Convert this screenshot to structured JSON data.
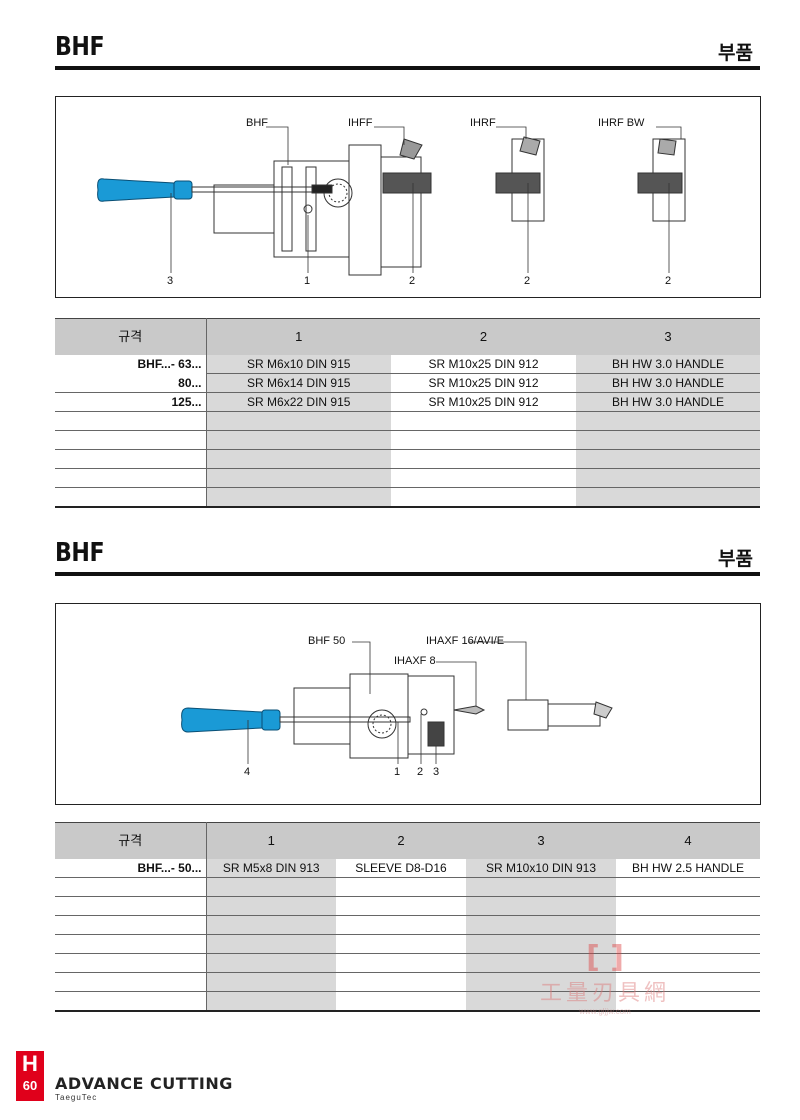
{
  "section1": {
    "title": "BHF",
    "subtitle": "부품",
    "figure": {
      "labels": {
        "bhf": "BHF",
        "ihff": "IHFF",
        "ihrf": "IHRF",
        "ihrf_bw": "IHRF BW"
      },
      "numbers": {
        "n3": "3",
        "n1": "1",
        "n2a": "2",
        "n2b": "2",
        "n2c": "2"
      }
    },
    "table": {
      "headers": [
        "규격",
        "1",
        "2",
        "3"
      ],
      "rows": [
        {
          "model": "BHF...- 63...",
          "c1": "SR M6x10 DIN 915",
          "c2": "SR M10x25 DIN 912",
          "c3": "BH HW 3.0 HANDLE"
        },
        {
          "model": "80...",
          "c1": "SR M6x14 DIN 915",
          "c2": "SR M10x25 DIN 912",
          "c3": "BH HW 3.0 HANDLE"
        },
        {
          "model": "125...",
          "c1": "SR M6x22 DIN 915",
          "c2": "SR M10x25 DIN 912",
          "c3": "BH HW 3.0 HANDLE"
        }
      ]
    }
  },
  "section2": {
    "title": "BHF",
    "subtitle": "부품",
    "figure": {
      "labels": {
        "bhf50": "BHF 50",
        "ihaxf16": "IHAXF 16/AVI/E",
        "ihaxf8": "IHAXF 8"
      },
      "numbers": {
        "n4": "4",
        "n1": "1",
        "n2": "2",
        "n3": "3"
      }
    },
    "table": {
      "headers": [
        "규격",
        "1",
        "2",
        "3",
        "4"
      ],
      "rows": [
        {
          "model": "BHF...- 50...",
          "c1": "SR M5x8 DIN 913",
          "c2": "SLEEVE D8-D16",
          "c3": "SR M10x10 DIN 913",
          "c4": "BH HW 2.5 HANDLE"
        }
      ]
    }
  },
  "watermark": {
    "text": "工量刃具網",
    "url": "www.gljjw.com"
  },
  "footer": {
    "section_letter": "H",
    "page_number": "60",
    "brand": "ADVANCE CUTTING",
    "brand_sub": "TaeguTec"
  },
  "colors": {
    "handle": "#1a9ad6",
    "page_badge": "#e0001b",
    "table_header": "#c9c9c9",
    "table_shade": "#d9d9d9"
  }
}
